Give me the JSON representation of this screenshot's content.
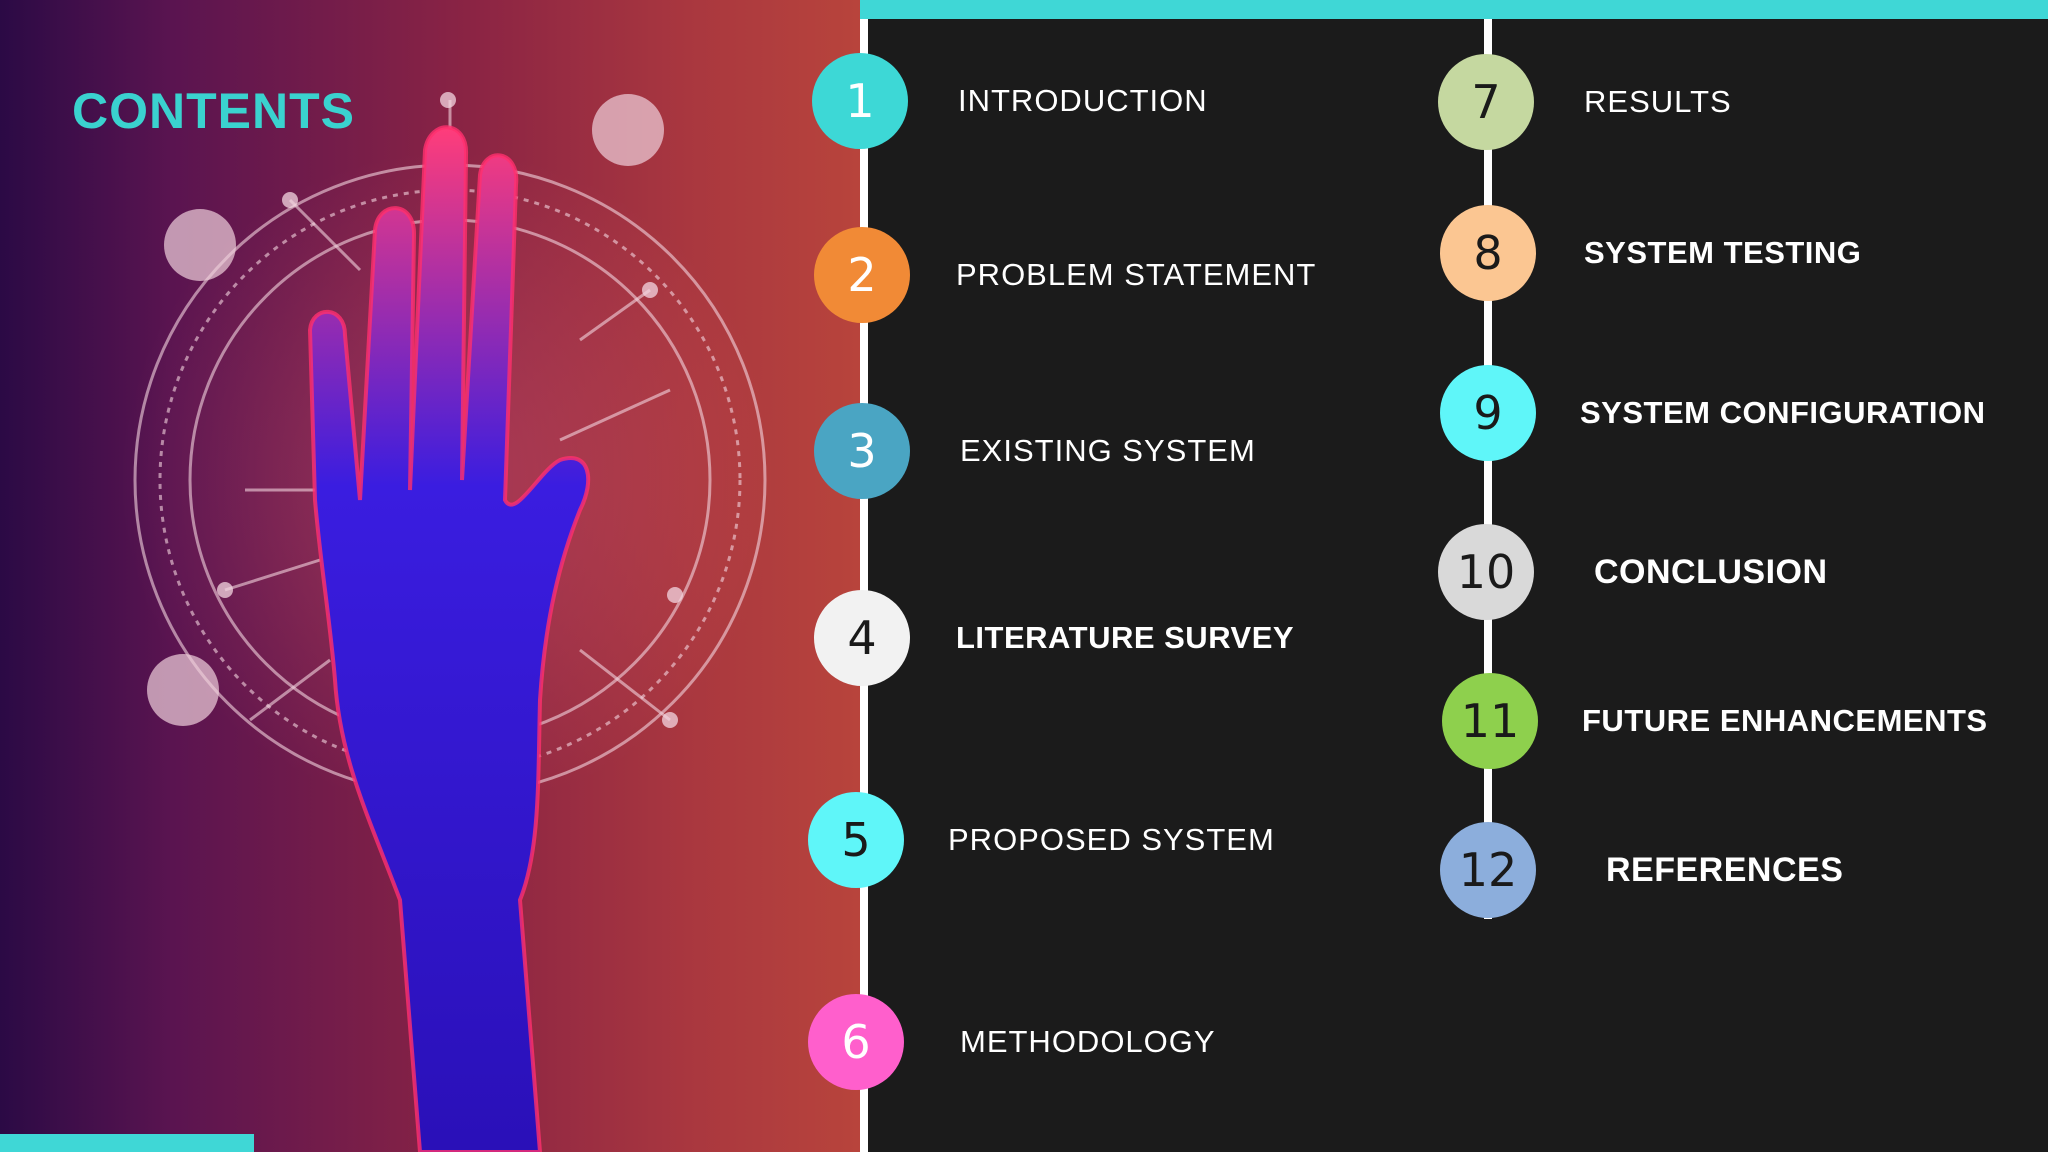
{
  "title": "CONTENTS",
  "colors": {
    "accent": "#3fd7d6",
    "background": "#1b1b1b",
    "timeline": "#ffffff"
  },
  "hero_image": "hand-touching-holographic-interface",
  "items": [
    {
      "num": "1",
      "label": "INTRODUCTION",
      "color": "#3dd8d6"
    },
    {
      "num": "2",
      "label": "PROBLEM STATEMENT",
      "color": "#f18a36"
    },
    {
      "num": "3",
      "label": "EXISTING SYSTEM",
      "color": "#4aa5c3"
    },
    {
      "num": "4",
      "label": "LITERATURE SURVEY",
      "color": "#f2f2f2"
    },
    {
      "num": "5",
      "label": "PROPOSED SYSTEM",
      "color": "#5ff6f9"
    },
    {
      "num": "6",
      "label": "METHODOLOGY",
      "color": "#ff5fcc"
    },
    {
      "num": "7",
      "label": "RESULTS",
      "color": "#c5d8a0"
    },
    {
      "num": "8",
      "label": "SYSTEM TESTING",
      "color": "#fbc692"
    },
    {
      "num": "9",
      "label": "SYSTEM CONFIGURATION",
      "color": "#5ff6f9"
    },
    {
      "num": "10",
      "label": "CONCLUSION",
      "color": "#d9d9d9"
    },
    {
      "num": "11",
      "label": "FUTURE ENHANCEMENTS",
      "color": "#8ed04d"
    },
    {
      "num": "12",
      "label": "REFERENCES",
      "color": "#8caedc"
    }
  ]
}
